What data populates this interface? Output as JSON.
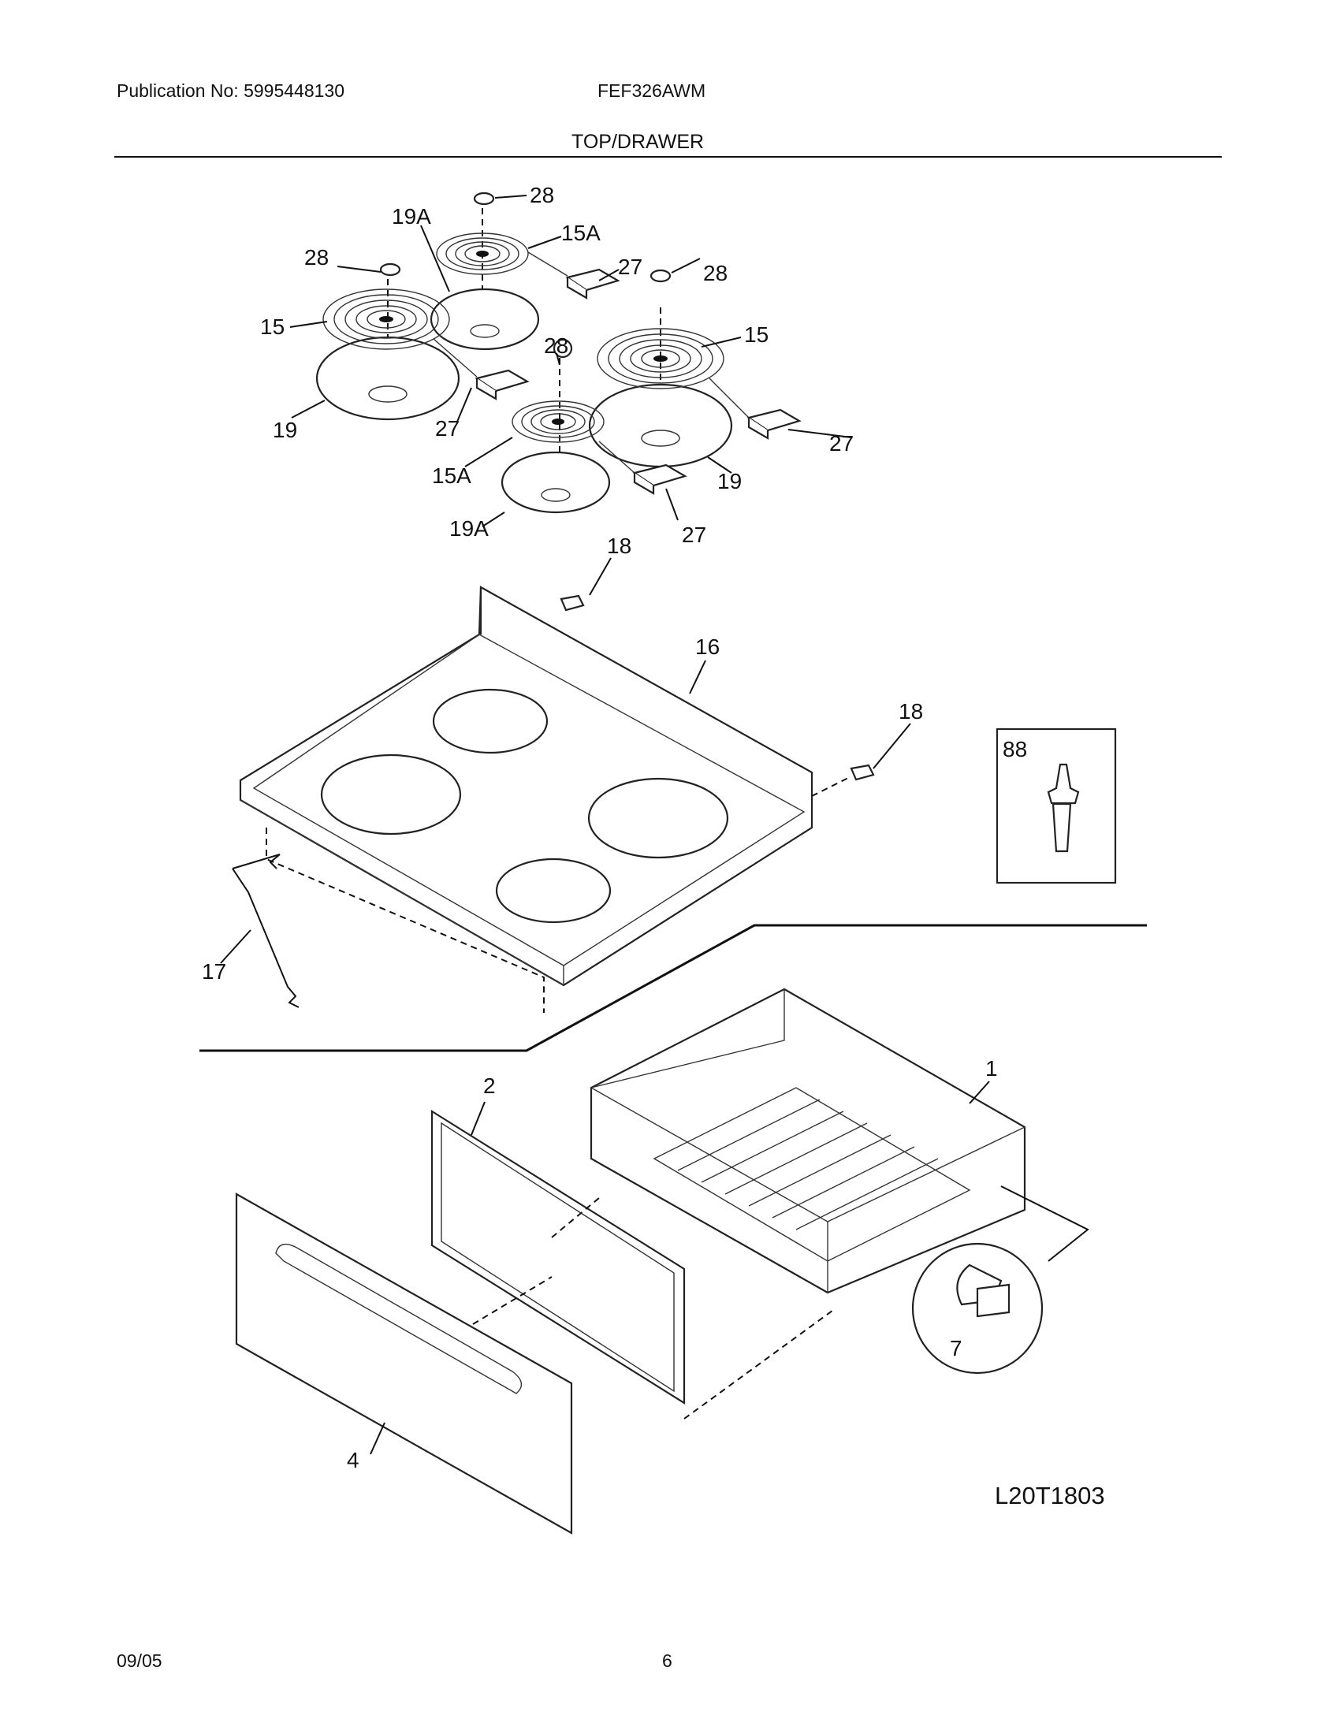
{
  "header": {
    "publication": "Publication No: 5995448130",
    "model": "FEF326AWM",
    "section_title": "TOP/DRAWER"
  },
  "footer": {
    "date": "09/05",
    "page_number": "6"
  },
  "diagram": {
    "code": "L20T1803",
    "callouts": [
      "28",
      "19A",
      "15A",
      "28",
      "15",
      "27",
      "28",
      "28",
      "15",
      "27",
      "19",
      "27",
      "15A",
      "19",
      "19A",
      "27",
      "18",
      "16",
      "18",
      "88",
      "17",
      "2",
      "1",
      "7",
      "4"
    ]
  }
}
